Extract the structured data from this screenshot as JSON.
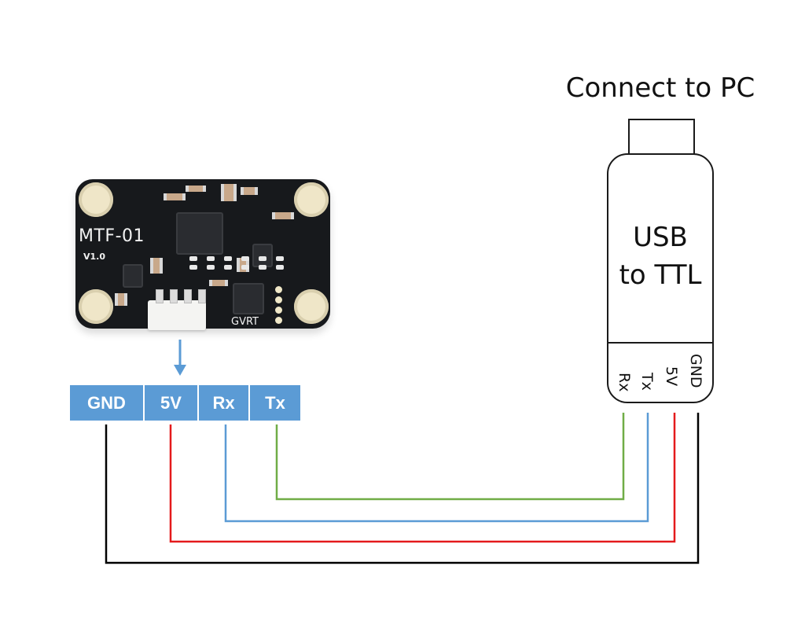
{
  "module": {
    "name": "MTF-01",
    "version": "V1.0",
    "silkscreen_brand": "GVRT"
  },
  "module_pins": [
    {
      "label": "GND",
      "wire_color": "#000000"
    },
    {
      "label": "5V",
      "wire_color": "#e41a1c"
    },
    {
      "label": "Rx",
      "wire_color": "#5b9bd5"
    },
    {
      "label": "Tx",
      "wire_color": "#70ad47"
    }
  ],
  "usb_adapter": {
    "title_line1": "USB",
    "title_line2": "to TTL",
    "connect_label": "Connect to PC",
    "pins": [
      "Rx",
      "Tx",
      "5V",
      "GND"
    ]
  },
  "connections": [
    {
      "from": "Tx",
      "to": "Rx",
      "color": "#70ad47"
    },
    {
      "from": "Rx",
      "to": "Tx",
      "color": "#5b9bd5"
    },
    {
      "from": "5V",
      "to": "5V",
      "color": "#e41a1c"
    },
    {
      "from": "GND",
      "to": "GND",
      "color": "#000000"
    }
  ],
  "colors": {
    "pin_label_bg": "#5b9bd5",
    "arrow": "#5b9bd5"
  }
}
